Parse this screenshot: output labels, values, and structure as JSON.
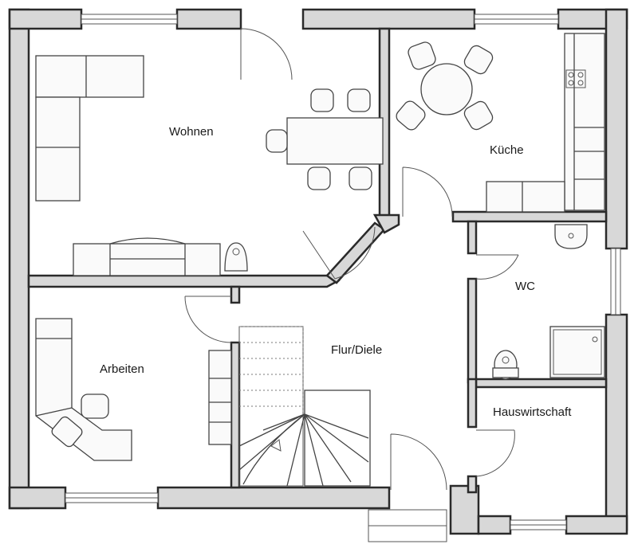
{
  "rooms": {
    "wohnen": "Wohnen",
    "kueche": "Küche",
    "wc": "WC",
    "arbeiten": "Arbeiten",
    "flur": "Flur/Diele",
    "hauswirtschaft": "Hauswirtschaft"
  }
}
